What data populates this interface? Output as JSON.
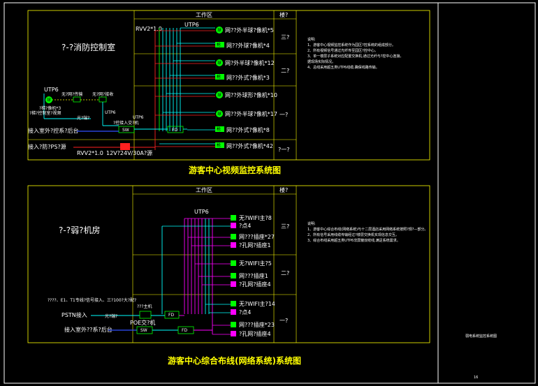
{
  "colors": {
    "background": "#000000",
    "frame": "#ffff00",
    "cable_cyan": "#00ffff",
    "cable_green": "#00ff00",
    "cable_magenta": "#ff00ff",
    "cable_red": "#ff2020",
    "cable_blue": "#3050ff"
  },
  "panel1": {
    "header_workarea": "工作区",
    "header_floor": "楼?",
    "room_label": "?-?消防控制室",
    "cable_rvv_top": "RVV2*1.0",
    "cable_utp_top": "UTP6",
    "cameras": [
      {
        "badge": "球",
        "label": "网??外半球?像机*5"
      },
      {
        "badge": "枪",
        "label": "网??外球?像机*4"
      },
      {
        "badge": "球",
        "label": "网?外半球?像机*12"
      },
      {
        "badge": "枪",
        "label": "网??外式?像机*3"
      },
      {
        "badge": "球",
        "label": "网??外球形?像机*10"
      },
      {
        "badge": "球",
        "label": "网??外半球?像机*17"
      },
      {
        "badge": "枪",
        "label": "网??外式?像机*8"
      },
      {
        "badge": "枪",
        "label": "网??外式?像机*42"
      }
    ],
    "floors": [
      "三?",
      "二?",
      "一?",
      "?一?"
    ],
    "left_utp": "UTP6",
    "left_cam_badge": "球",
    "left_cam_label": "?梯?像机*3",
    "wireless_tx": "无?网?传输",
    "wireless_rx": "无?网?接收",
    "elevator_label": "?梯?控制室?视频",
    "fiber_label": "光?端?",
    "mid_utp": "UTP6",
    "mid_utp2": "UTP6",
    "access_label": "?控接入交?机",
    "sw": "SW",
    "fd": "FD",
    "ext_link": "接入室外?控系?后台",
    "ups": "接入?防?PS?源",
    "cable_rvv_bottom": "RVV2*1.0",
    "power": "12V?24V/30A?源",
    "notes": [
      "说明:",
      "1、游客中心视频监控系统作为园区?控系统的组成部分。",
      "2、所有视频信号通过光纤传至园区?控中心。",
      "3、单一楼层子系统对应配置交换机,通过光纤与?控中心连接。",
      "   据现场实际情况。",
      "4、总线采用超五类UTP6线缆,确保线路传输。"
    ],
    "title": "游客中心视频监控系统图"
  },
  "panel2": {
    "header_workarea": "工作区",
    "header_floor": "楼?",
    "room_label": "?-?弱?机房",
    "cable_utp": "UTP6",
    "terminals": [
      {
        "label": "无?WIFI主?8"
      },
      {
        "label": "?点4"
      },
      {
        "label": "网???插座*27"
      },
      {
        "label": "?孔网?插座1"
      },
      {
        "label": "无?WIFI主?5"
      },
      {
        "label": "网???插座1"
      },
      {
        "label": "?孔网?插座4"
      },
      {
        "label": "无?WIFI主?14"
      },
      {
        "label": "?点4"
      },
      {
        "label": "网???插座*23"
      },
      {
        "label": "?孔网?插座4"
      }
    ],
    "floors": [
      "三?",
      "二?",
      "一?"
    ],
    "ext_info": "????、E1、T1专线?信号接入、三?100?大?配?",
    "mdf_label": "???主机",
    "pstn": "PSTN接入",
    "fiber": "光?端?",
    "poe": "POE交?机",
    "ext_link": "接入室外??系?后台",
    "sw": "SW",
    "fd": "FD",
    "fd2": "FD",
    "notes": [
      "说明:",
      "1、游客中心综合布线(网络系统)与十二层酒店采用网络系统按照?规?—部分。",
      "2、所有信号采用线缆传输经过?楼层交换机实现信息交互。",
      "3、综合布线采用超五类UTP6非屏蔽双绞线,满足系统需求。"
    ],
    "title": "游客中心综合布线(网络系统)系统图"
  },
  "sidebar": {
    "caption": "弱电系统监控系统图",
    "page_no": "16"
  }
}
